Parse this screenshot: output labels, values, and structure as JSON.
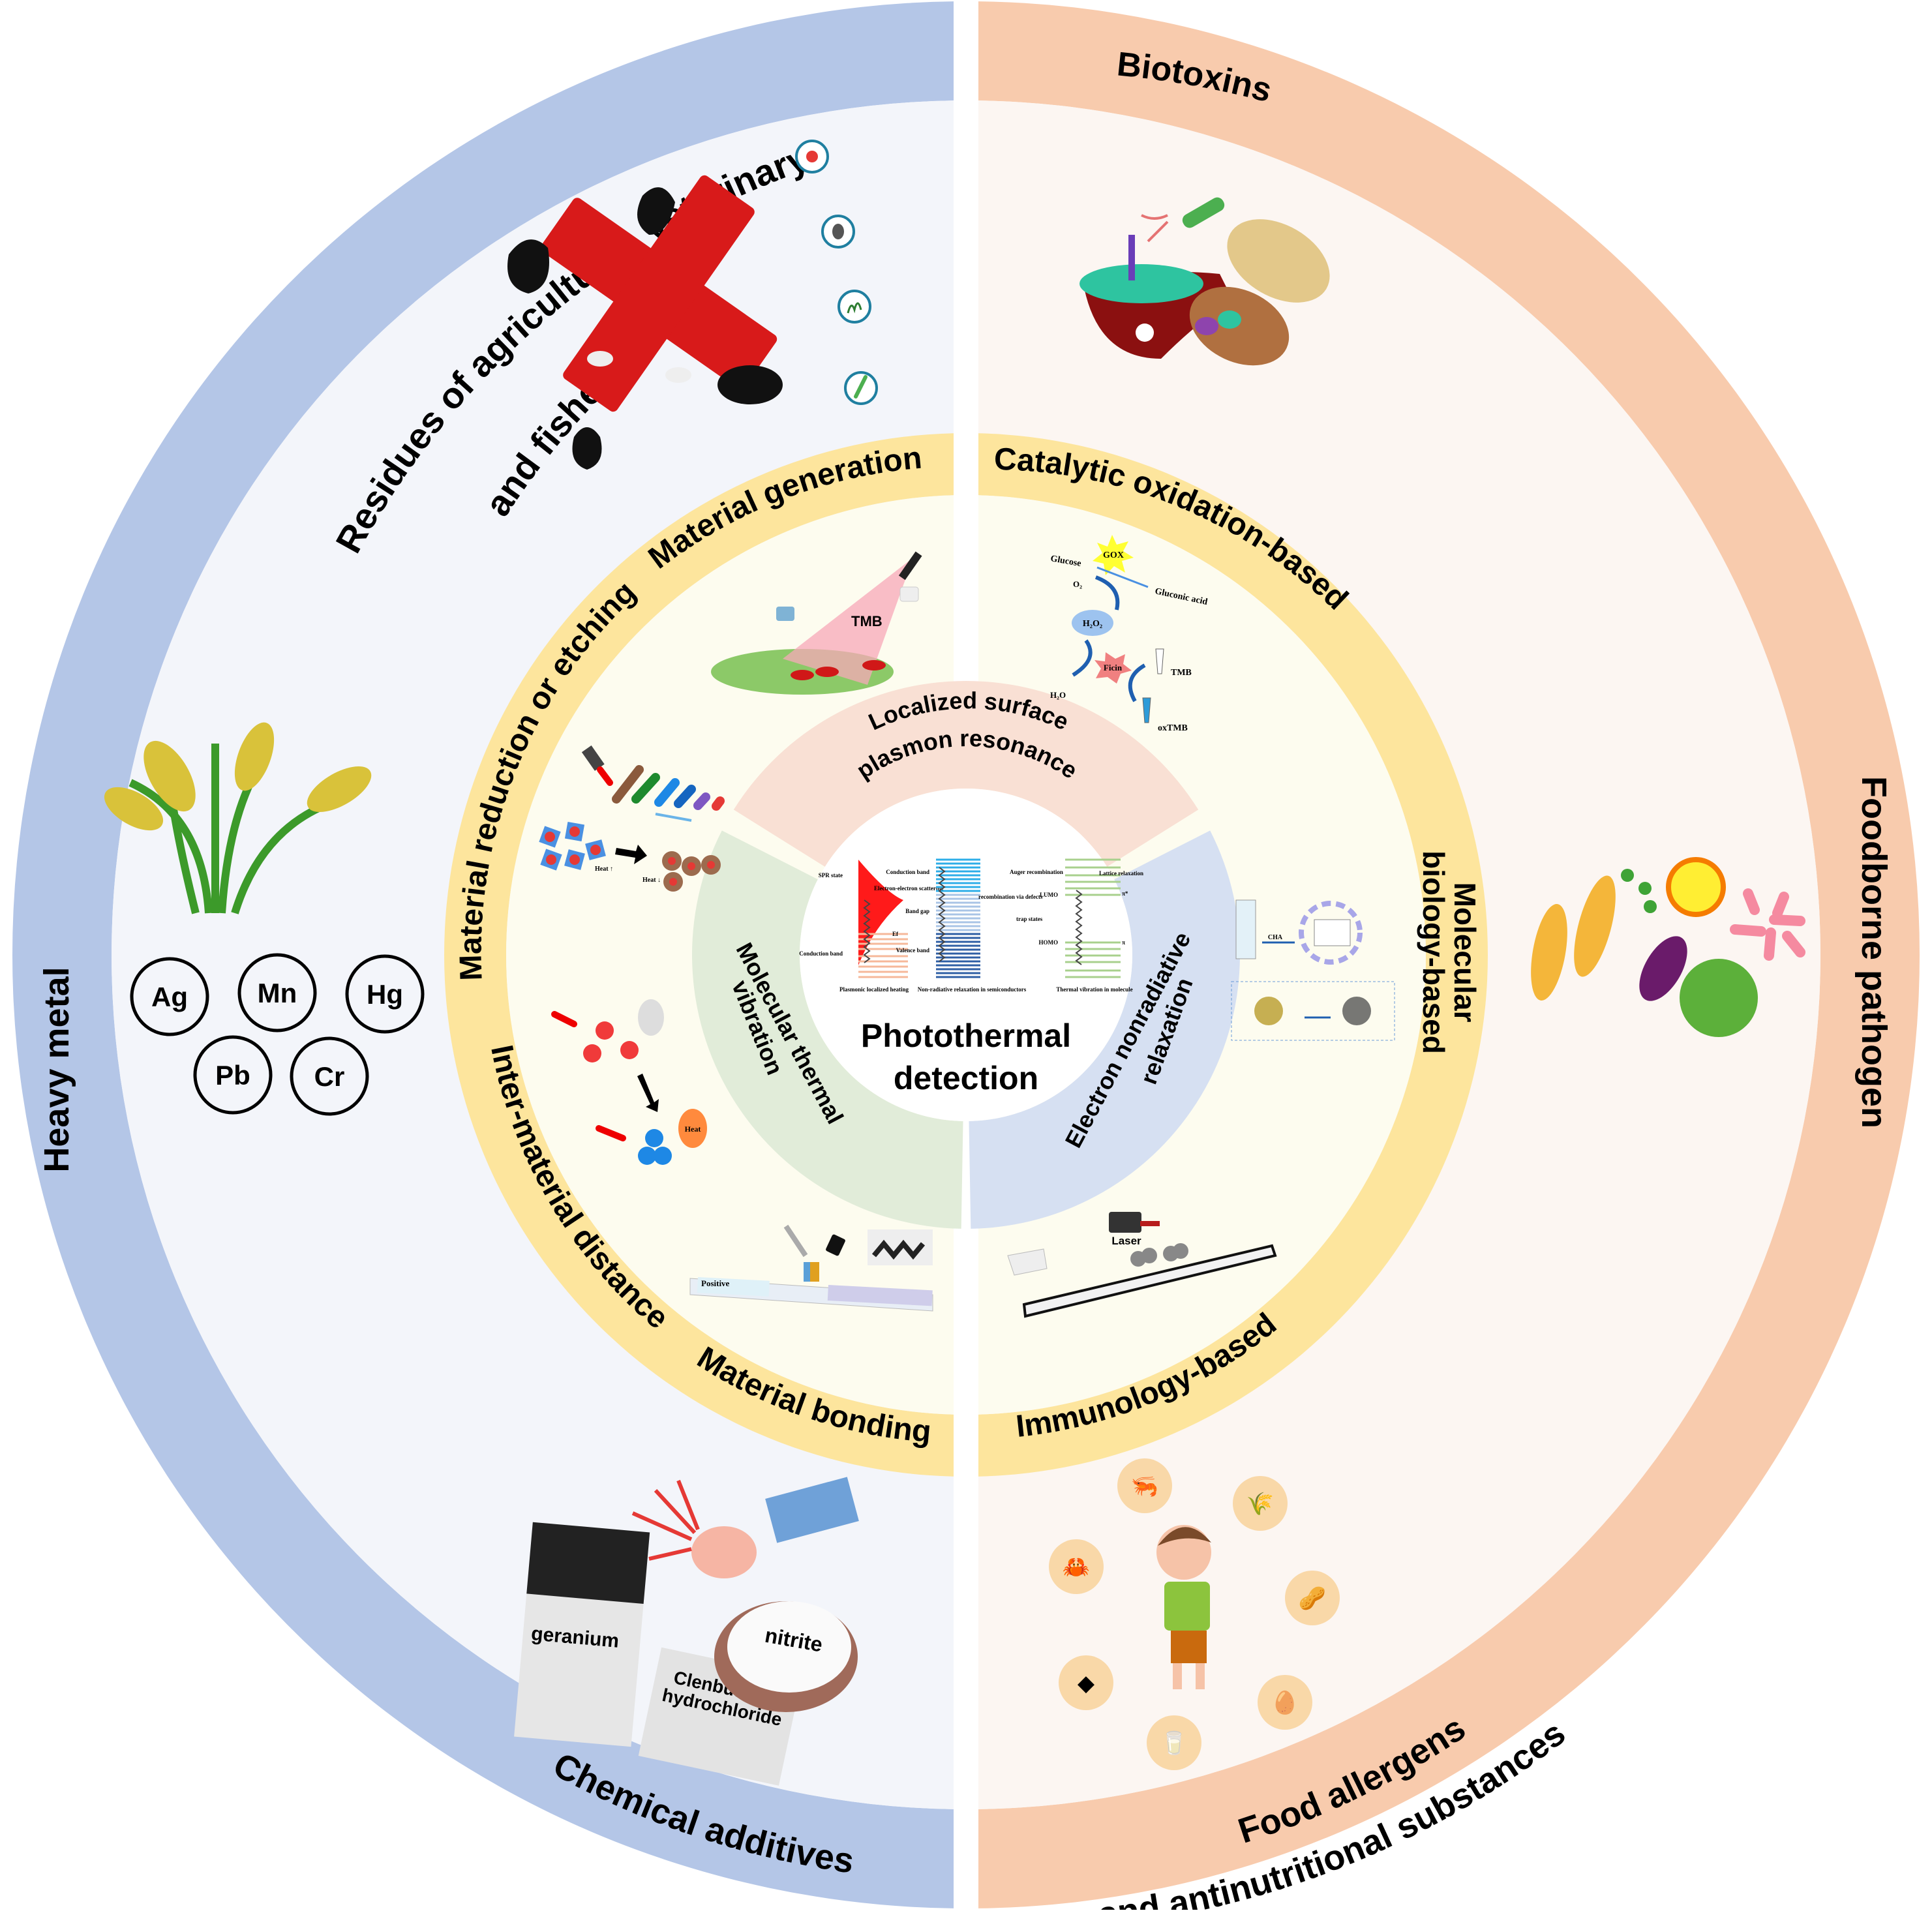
{
  "title": "Photothermal detection",
  "center": {
    "title_line1": "Photothermal",
    "title_line2": "detection",
    "mechanisms_diagram": {
      "plasmonic": {
        "caption": "Plasmonic localized heating",
        "labels": [
          "SPR state",
          "Conduction band",
          "Electron-electron scattering",
          "e⁻",
          "e⁻",
          "Ef"
        ]
      },
      "semiconductor": {
        "caption": "Non-radiative relaxation in semiconductors",
        "labels": [
          "Conduction band",
          "Band gap",
          "Valence band",
          "Auger recombination",
          "recombination via defects",
          "trap states"
        ]
      },
      "molecule": {
        "caption": "Thermal vibration in molecule",
        "labels": [
          "LUMO",
          "HOMO",
          "Lattice relaxation",
          "π*",
          "π"
        ]
      }
    }
  },
  "mechanisms": [
    {
      "id": "lspr",
      "line1": "Localized surface",
      "line2": "plasmon resonance",
      "color": "#f9e0d4"
    },
    {
      "id": "molecular",
      "line1": "Molecular thermal",
      "line2": "vibration",
      "color": "#e1ecd9"
    },
    {
      "id": "electron",
      "line1": "Electron nonradiative",
      "line2": "relaxation",
      "color": "#d6e0f2"
    }
  ],
  "strategies": {
    "left": [
      {
        "label": "Material generation"
      },
      {
        "label": "Material reduction or etching"
      },
      {
        "label": "Inter-material distance"
      },
      {
        "label": "Material bonding"
      }
    ],
    "right": [
      {
        "label": "Catalytic oxidation-based"
      },
      {
        "label": "Molecular biology-based",
        "line1": "Molecular",
        "line2": "biology-based"
      },
      {
        "label": "Immunology-based"
      }
    ],
    "ring_color": "#fde59d",
    "inner_color": "#fdfcef"
  },
  "strategy_illustrations": {
    "material_generation": {
      "label": "TMB"
    },
    "reduction_etching": {
      "heat_up": "Heat ↑",
      "heat_down": "Heat ↓"
    },
    "inter_material": {
      "heat": "Heat"
    },
    "material_bonding": {
      "strip_label": "Positive"
    },
    "catalytic": {
      "labels": [
        "Glucose",
        "GOX",
        "Gluconic acid",
        "O₂",
        "H₂O₂",
        "Ficin",
        "H₂O",
        "TMB",
        "oxTMB"
      ]
    },
    "molecular_biology": {
      "label": "CHA"
    },
    "immunology": {
      "label": "Laser"
    }
  },
  "targets": {
    "left": [
      {
        "id": "residues",
        "line1": "Residues of agricultural, veterinary",
        "line2": "and fishery drugs"
      },
      {
        "id": "heavy_metal",
        "label": "Heavy metal"
      },
      {
        "id": "chemical_additives",
        "label": "Chemical additives"
      }
    ],
    "right": [
      {
        "id": "biotoxins",
        "label": "Biotoxins"
      },
      {
        "id": "foodborne",
        "label": "Foodborne pathogen"
      },
      {
        "id": "allergens",
        "line1": "Food allergens",
        "line2": "and antinutritional substances"
      }
    ],
    "left_ring_color": "#b4c6e7",
    "right_ring_color": "#f8cbad",
    "left_bg": "#f3f5fa",
    "right_bg": "#fcf6f2"
  },
  "heavy_metals": [
    "Ag",
    "Mn",
    "Hg",
    "Pb",
    "Cr"
  ],
  "additives": [
    "geranium",
    "Clenbuterol hydrochloride",
    "nitrite"
  ],
  "residue_icons": [
    "pesticide-bug-icon",
    "mouse-icon",
    "grass-icon",
    "worm-icon"
  ],
  "allergen_icons": [
    "shrimp-icon",
    "wheat-icon",
    "crab-icon",
    "peanut-icon",
    "tree-nut-icon",
    "egg-icon",
    "milk-icon"
  ]
}
